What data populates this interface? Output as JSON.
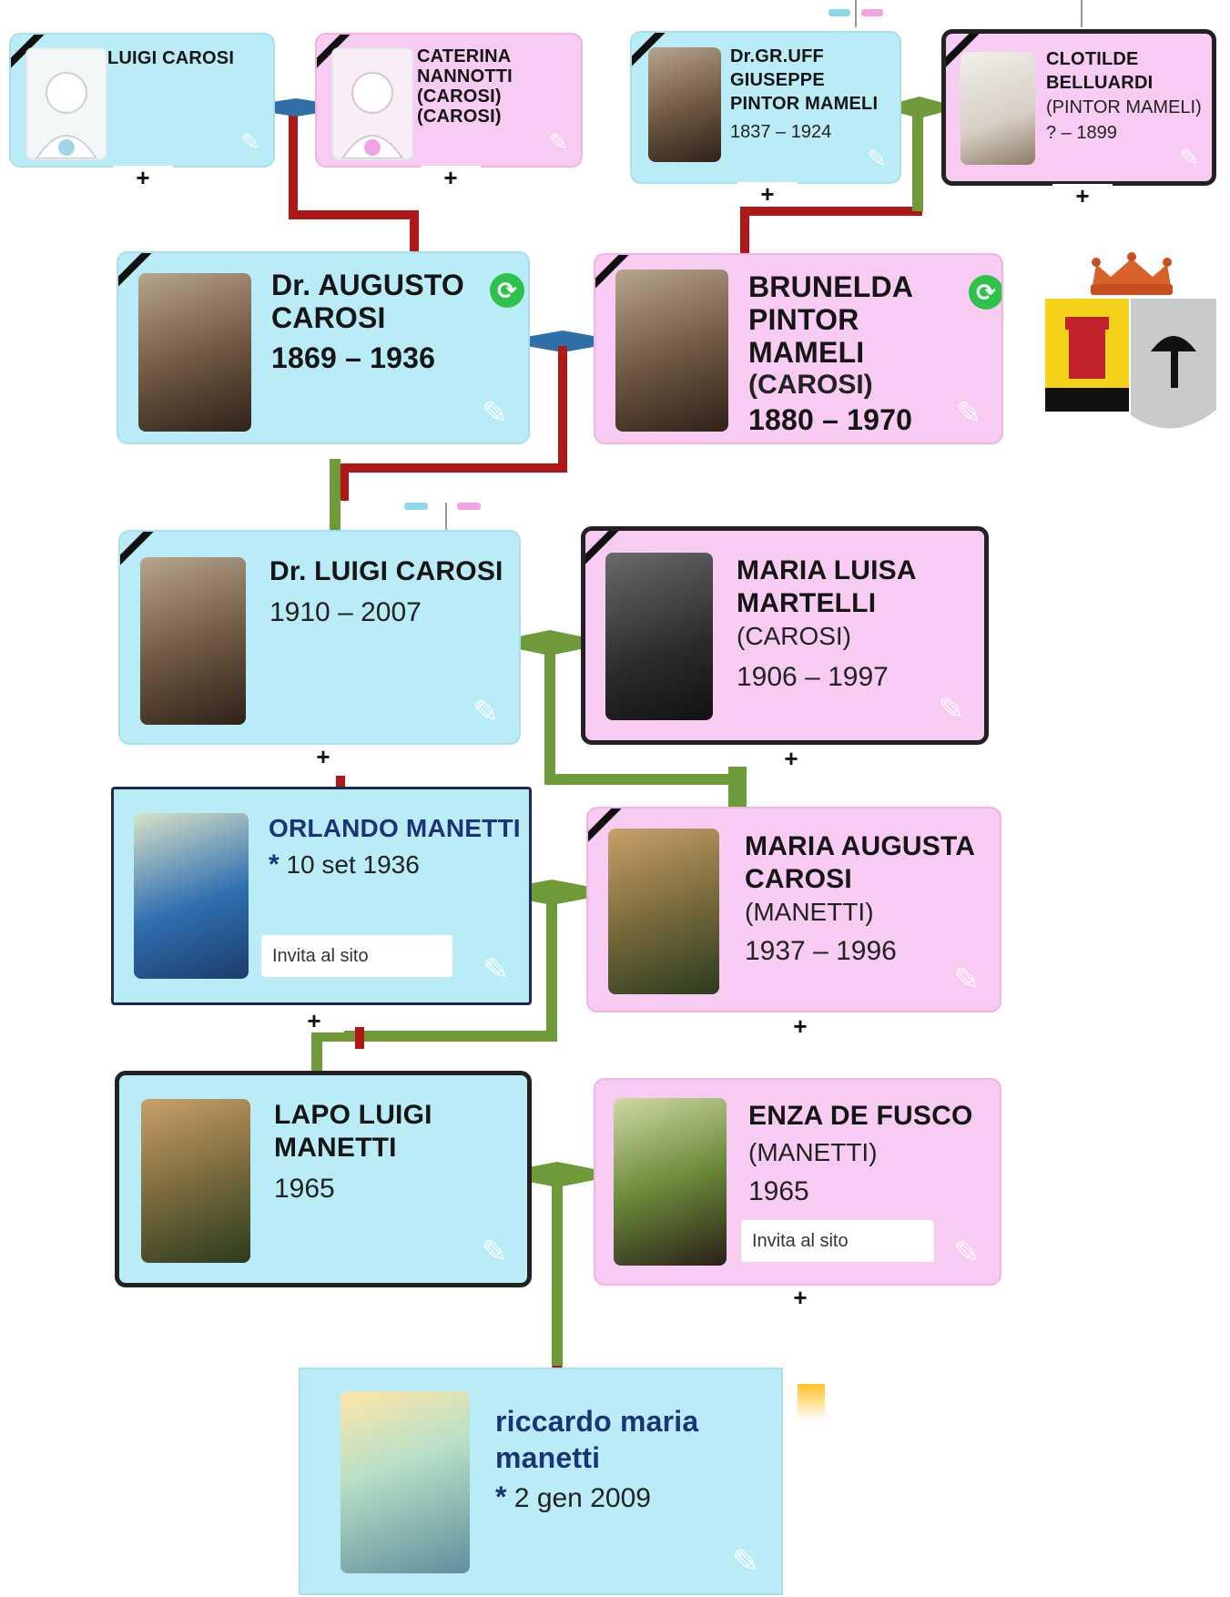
{
  "people": {
    "luigi_sr": {
      "name": "LUIGI CAROSI"
    },
    "caterina": {
      "name_lines": [
        "CATERINA",
        "NANNOTTI",
        "(CAROSI)",
        "(CAROSI)"
      ]
    },
    "giuseppe": {
      "name_lines": [
        "Dr.GR.UFF",
        "GIUSEPPE",
        "PINTOR MAMELI"
      ],
      "dates": "1837 – 1924"
    },
    "clotilde": {
      "name_lines": [
        "CLOTILDE",
        "BELLUARDI"
      ],
      "married": "(PINTOR MAMELI)",
      "dates": "? – 1899"
    },
    "augusto": {
      "name_lines": [
        "Dr. AUGUSTO",
        "CAROSI"
      ],
      "dates": "1869 – 1936"
    },
    "brunelda": {
      "name_lines": [
        "BRUNELDA",
        "PINTOR",
        "MAMELI"
      ],
      "married": "(CAROSI)",
      "dates": "1880 – 1970"
    },
    "luigi_jr": {
      "name": "Dr. LUIGI CAROSI",
      "dates": "1910 – 2007"
    },
    "maria_luisa": {
      "name_lines": [
        "MARIA LUISA",
        "MARTELLI"
      ],
      "married": "(CAROSI)",
      "dates": "1906 – 1997"
    },
    "orlando": {
      "name": "ORLANDO MANETTI",
      "birth": "10 set 1936",
      "invite": "Invita al sito"
    },
    "maria_augusta": {
      "name_lines": [
        "MARIA AUGUSTA",
        "CAROSI"
      ],
      "married": "(MANETTI)",
      "dates": "1937 – 1996"
    },
    "lapo": {
      "name_lines": [
        "LAPO LUIGI",
        "MANETTI"
      ],
      "dates": "1965"
    },
    "enza": {
      "name": "ENZA DE FUSCO",
      "married": "(MANETTI)",
      "dates": "1965",
      "invite": "Invita al sito"
    },
    "riccardo": {
      "name_lines": [
        "riccardo maria",
        "manetti"
      ],
      "birth": "2 gen 2009"
    }
  },
  "ui": {
    "plus": "+",
    "star": "*",
    "refresh_icon": "⟳",
    "pencil_icon": "✎"
  },
  "colors": {
    "male_card": "#b9ecf6",
    "female_card": "#f8ccf2",
    "line_red": "#b01818",
    "line_green": "#6f9a3a",
    "diamond_blue": "#2f6fa8",
    "refresh_green": "#2ec24b"
  }
}
